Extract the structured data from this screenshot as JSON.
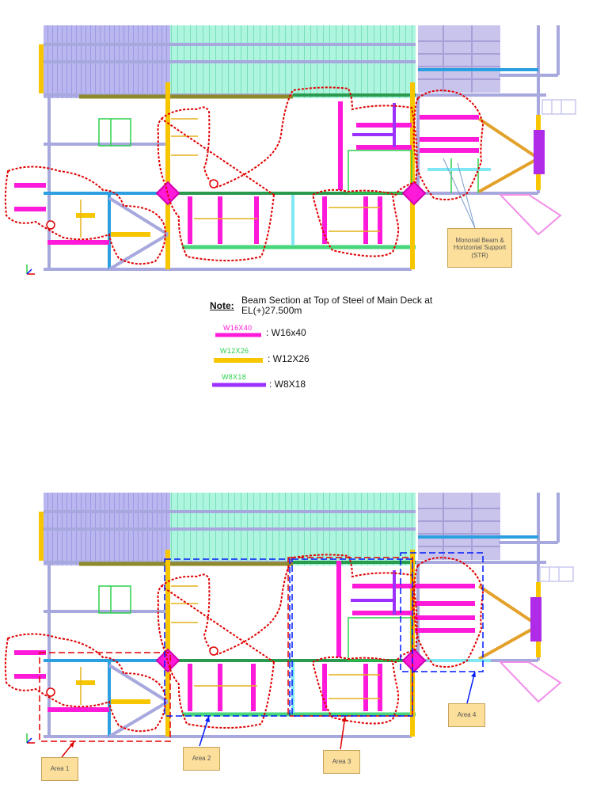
{
  "callouts": {
    "monorail": "Monorail Beam & Horizontal Support (STR)",
    "area1": "Area 1",
    "area2": "Area 2",
    "area3": "Area 3",
    "area4": "Area 4"
  },
  "note": {
    "heading": "Note:",
    "text": "Beam Section at Top of Steel of Main Deck at EL(+)27.500m"
  },
  "legend": [
    {
      "tag": "W16X40",
      "label": ": W16x40",
      "color": "#ff1ad9"
    },
    {
      "tag": "W12X26",
      "label": ": W12X26",
      "color": "#f7c600"
    },
    {
      "tag": "W8X18",
      "label": ": W8X18",
      "color": "#9b30ff"
    }
  ],
  "colors": {
    "W16x40": "#ff1ad9",
    "W12X26": "#f7c600",
    "W8X18": "#9b30ff",
    "markup": "#e00000",
    "area_box_red": "#e00000",
    "area_box_blue": "#0018ff",
    "primary_beam": "#2a9a4f",
    "secondary_beam": "#a7a8dd",
    "deck_fill": "#9ff0d6"
  }
}
